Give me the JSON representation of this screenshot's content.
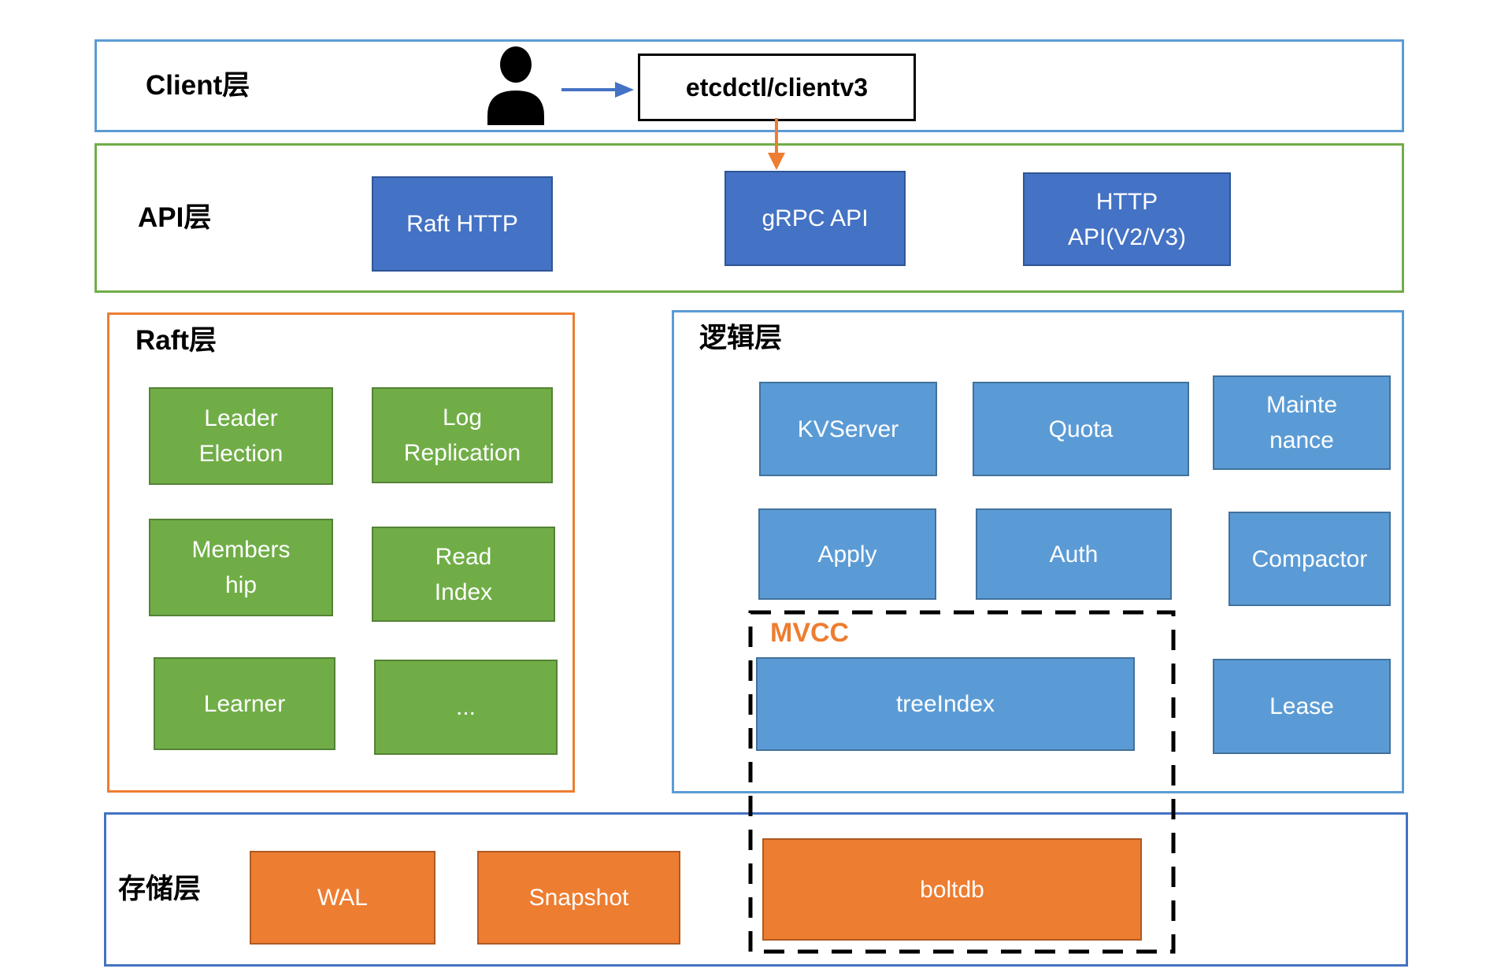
{
  "colors": {
    "dark_blue": "#4472C4",
    "dark_blue_border": "#2F5597",
    "light_blue": "#5B9BD5",
    "light_blue_border": "#41719C",
    "green": "#70AD47",
    "green_border": "#548235",
    "orange": "#ED7D31",
    "orange_border": "#AE5A21",
    "client_border": "#5B9BD5",
    "api_border": "#70AD47",
    "raft_border": "#ED7D31",
    "logic_border": "#5B9BD5",
    "storage_border": "#4472C4",
    "arrow_blue": "#4472C4",
    "arrow_orange": "#ED7D31",
    "mvcc_label_color": "#ED7D31",
    "dashed_border": "#000000",
    "icon_black": "#000000"
  },
  "icons": {
    "user": "user-icon",
    "flow_right": "arrow-right-icon",
    "flow_down": "arrow-down-icon"
  },
  "client": {
    "title": "Client层",
    "client_box": "etcdctl/clientv3"
  },
  "api": {
    "title": "API层",
    "raft_http": "Raft HTTP",
    "grpc_api": "gRPC API",
    "http_api": "HTTP\nAPI(V2/V3)"
  },
  "raft": {
    "title": "Raft层",
    "leader_election": "Leader\nElection",
    "log_replication": "Log\nReplication",
    "membership": "Members\nhip",
    "read_index": "Read\nIndex",
    "learner": "Learner",
    "more": "..."
  },
  "logic": {
    "title": "逻辑层",
    "kvserver": "KVServer",
    "quota": "Quota",
    "maintenance": "Mainte\nnance",
    "apply": "Apply",
    "auth": "Auth",
    "compactor": "Compactor",
    "mvcc_label": "MVCC",
    "tree_index": "treeIndex",
    "lease": "Lease"
  },
  "storage": {
    "title": "存储层",
    "wal": "WAL",
    "snapshot": "Snapshot",
    "boltdb": "boltdb"
  }
}
